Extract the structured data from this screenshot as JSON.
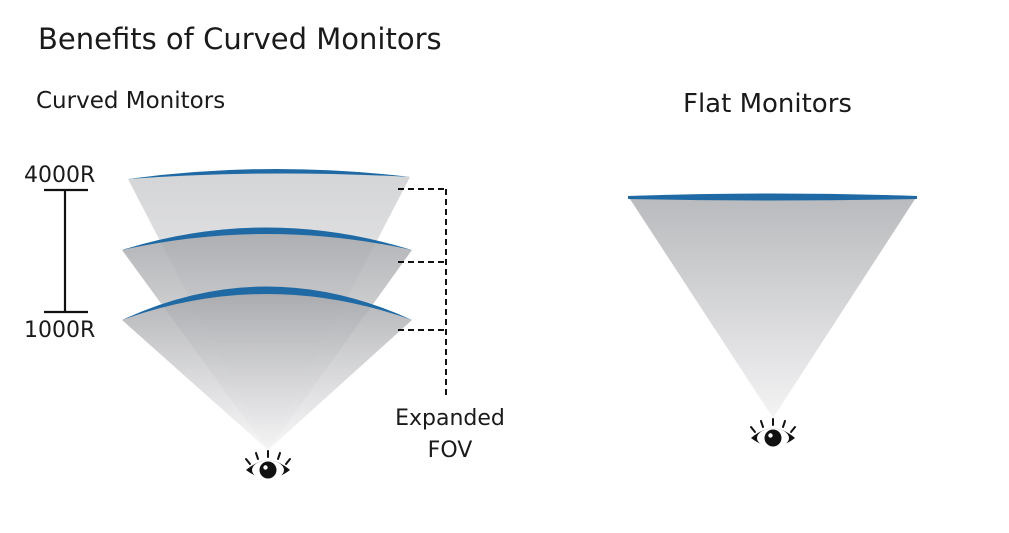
{
  "title": "Benefits of Curved Monitors",
  "curved": {
    "heading": "Curved Monitors",
    "radius_labels": [
      "4000R",
      "1000R"
    ],
    "annotation": [
      "Expanded",
      "FOV"
    ]
  },
  "flat": {
    "heading": "Flat Monitors"
  },
  "colors": {
    "screen_blue": "#1f6aa5",
    "cone_dark": "#9c9da1",
    "cone_light": "#f2f2f3",
    "ink": "#111111"
  },
  "icons": [
    "eye-icon"
  ]
}
